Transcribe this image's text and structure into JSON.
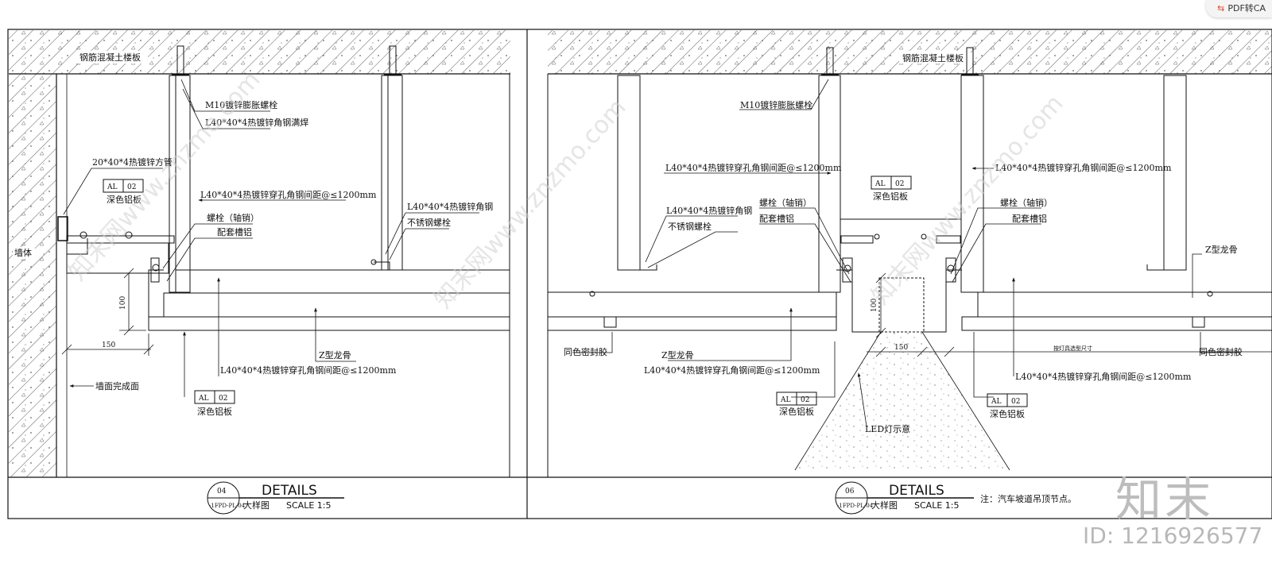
{
  "badge": {
    "label": "PDF转CA",
    "icon": "pdf-convert-icon"
  },
  "watermark": {
    "logo_text": "知末",
    "id_text": "ID: 1216926577",
    "diagonal_text": "知末网www.znzmo.com"
  },
  "colors": {
    "line": "#111111",
    "hatch": "#222222",
    "watermark": "#bdbdbd"
  },
  "detail_04": {
    "slab_label": "钢筋混凝土楼板",
    "bolt": "M10镀锌膨胀螺栓",
    "angle_weld": "L40*40*4热镀锌角钢满焊",
    "square_tube": "20*40*4热镀锌方管",
    "panel_tag_code": "AL",
    "panel_tag_num": "02",
    "panel_name": "深色铝板",
    "perforated_angle": "L40*40*4热镀锌穿孔角钢间距@≤1200mm",
    "angle": "L40*40*4热镀锌角钢",
    "ss_bolt": "不锈钢螺栓",
    "pin_bolt": "螺栓（轴销）",
    "channel": "配套槽铝",
    "wall": "墙体",
    "dim_100": "100",
    "dim_150": "150",
    "z_keel": "Z型龙骨",
    "wall_finish": "墙面完成面",
    "bubble_num": "04",
    "bubble_ref": "-1FPD-PL-04",
    "title": "DETAILS",
    "subtitle": "大样图",
    "scale": "SCALE   1:5"
  },
  "detail_06": {
    "slab_label": "钢筋混凝土楼板",
    "bolt": "M10镀锌膨胀螺栓",
    "perforated_angle": "L40*40*4热镀锌穿孔角钢间距@≤1200mm",
    "panel_tag_code": "AL",
    "panel_tag_num": "02",
    "panel_name": "深色铝板",
    "angle": "L40*40*4热镀锌角钢",
    "ss_bolt": "不锈钢螺栓",
    "pin_bolt": "螺栓（轴销）",
    "channel": "配套槽铝",
    "z_keel": "Z型龙骨",
    "sealant": "同色密封胶",
    "dim_100": "100",
    "dim_150": "150",
    "lamp_size": "按灯具选型尺寸",
    "led": "LED灯示意",
    "bubble_num": "06",
    "bubble_ref": "-1FPD-PL-04",
    "title": "DETAILS",
    "subtitle": "大样图",
    "scale": "SCALE   1:5",
    "note": "注：汽车坡道吊顶节点。"
  }
}
